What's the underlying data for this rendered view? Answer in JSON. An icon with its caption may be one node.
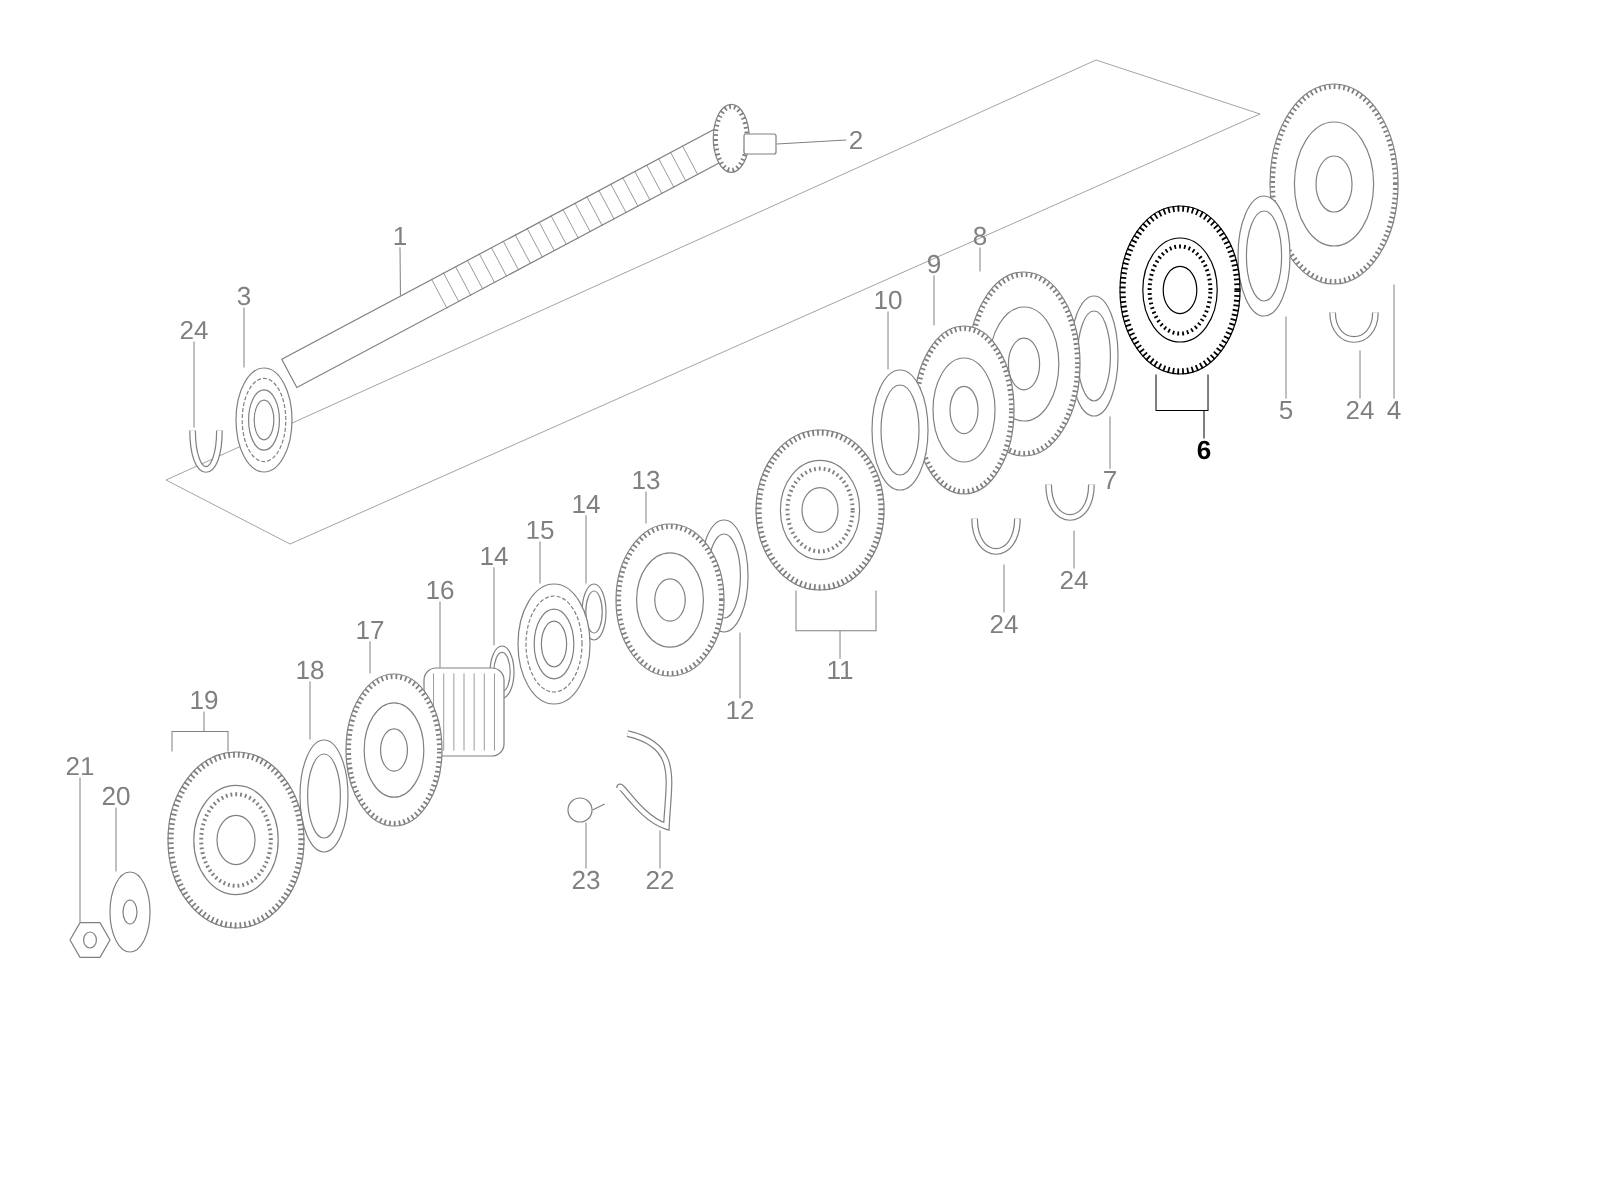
{
  "diagram": {
    "nodes": [
      {
        "text": [
          "1"
        ]
      },
      {
        "text": [],
        "shape": "shaft"
      },
      {
        "text": [
          "2"
        ]
      },
      {
        "text": [],
        "shape": "pin"
      },
      {
        "text": [
          "3"
        ]
      },
      {
        "text": [],
        "shape": "bearing"
      },
      {
        "text": [
          "24"
        ]
      },
      {
        "text": [],
        "shape": "clip"
      },
      {
        "text": [
          "4"
        ]
      },
      {
        "text": [],
        "shape": "gear"
      },
      {
        "text": [
          "24"
        ]
      },
      {
        "text": [],
        "shape": "clip"
      },
      {
        "text": [
          "5"
        ]
      },
      {
        "text": [],
        "shape": "ring"
      },
      {
        "text": [
          "6"
        ]
      },
      {
        "text": [],
        "shape": "hub"
      },
      {
        "text": [
          "7"
        ]
      },
      {
        "text": [],
        "shape": "ring"
      },
      {
        "text": [
          "8"
        ]
      },
      {
        "text": [],
        "shape": "gear"
      },
      {
        "text": [
          "9"
        ]
      },
      {
        "text": [],
        "shape": "gear"
      },
      {
        "text": [
          "10"
        ]
      },
      {
        "text": [],
        "shape": "ring"
      },
      {
        "text": [
          "24"
        ]
      },
      {
        "text": [],
        "shape": "clip"
      },
      {
        "text": [
          "24"
        ]
      },
      {
        "text": [],
        "shape": "clip"
      },
      {
        "text": [
          "11"
        ]
      },
      {
        "text": [],
        "shape": "hub"
      },
      {
        "text": [
          "12"
        ]
      },
      {
        "text": [],
        "shape": "ring"
      },
      {
        "text": [
          "13"
        ]
      },
      {
        "text": [],
        "shape": "gear"
      },
      {
        "text": [
          "14"
        ]
      },
      {
        "text": [],
        "shape": "ring"
      },
      {
        "text": [
          "15"
        ]
      },
      {
        "text": [],
        "shape": "bearing"
      },
      {
        "text": [
          "14"
        ]
      },
      {
        "text": [],
        "shape": "ring"
      },
      {
        "text": [
          "16"
        ]
      },
      {
        "text": [],
        "shape": "cage"
      },
      {
        "text": [
          "17"
        ]
      },
      {
        "text": [],
        "shape": "gear"
      },
      {
        "text": [
          "18"
        ]
      },
      {
        "text": [],
        "shape": "ring"
      },
      {
        "text": [
          "19"
        ]
      },
      {
        "text": [],
        "shape": "hub"
      },
      {
        "text": [
          "20"
        ]
      },
      {
        "text": [],
        "shape": "plate"
      },
      {
        "text": [
          "21"
        ]
      },
      {
        "text": [],
        "shape": "nut"
      },
      {
        "text": [
          "23"
        ]
      },
      {
        "text": [],
        "shape": "bolt"
      },
      {
        "text": [
          "22"
        ]
      },
      {
        "text": [],
        "shape": "fork"
      }
    ],
    "edges": [
      {
        "from": 0,
        "to": 1,
        "arrow": "none"
      },
      {
        "from": 2,
        "to": 3,
        "arrow": "none"
      },
      {
        "from": 4,
        "to": 5,
        "arrow": "none"
      },
      {
        "from": 6,
        "to": 7,
        "arrow": "none"
      },
      {
        "from": 8,
        "to": 9,
        "arrow": "none"
      },
      {
        "from": 10,
        "to": 11,
        "arrow": "none"
      },
      {
        "from": 12,
        "to": 13,
        "arrow": "none"
      },
      {
        "from": 14,
        "to": 15,
        "arrow": "none",
        "color": "#000000"
      },
      {
        "from": 16,
        "to": 17,
        "arrow": "none"
      },
      {
        "from": 18,
        "to": 19,
        "arrow": "none"
      },
      {
        "from": 20,
        "to": 21,
        "arrow": "none"
      },
      {
        "from": 22,
        "to": 23,
        "arrow": "none"
      },
      {
        "from": 24,
        "to": 25,
        "arrow": "none"
      },
      {
        "from": 26,
        "to": 27,
        "arrow": "none"
      },
      {
        "from": 28,
        "to": 29,
        "arrow": "none"
      },
      {
        "from": 30,
        "to": 31,
        "arrow": "none"
      },
      {
        "from": 32,
        "to": 33,
        "arrow": "none"
      },
      {
        "from": 34,
        "to": 35,
        "arrow": "none"
      },
      {
        "from": 36,
        "to": 37,
        "arrow": "none"
      },
      {
        "from": 38,
        "to": 39,
        "arrow": "none"
      },
      {
        "from": 40,
        "to": 41,
        "arrow": "none"
      },
      {
        "from": 42,
        "to": 43,
        "arrow": "none"
      },
      {
        "from": 44,
        "to": 45,
        "arrow": "none"
      },
      {
        "from": 46,
        "to": 47,
        "arrow": "none"
      },
      {
        "from": 48,
        "to": 49,
        "arrow": "none"
      },
      {
        "from": 50,
        "to": 51,
        "arrow": "none"
      },
      {
        "from": 52,
        "to": 53,
        "arrow": "none"
      },
      {
        "from": 54,
        "to": 55,
        "arrow": "none"
      }
    ]
  }
}
